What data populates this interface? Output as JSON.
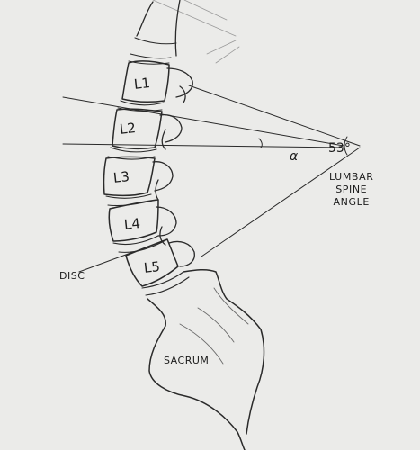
{
  "vertebrae": [
    {
      "id": "l1",
      "label": "L1"
    },
    {
      "id": "l2",
      "label": "L2"
    },
    {
      "id": "l3",
      "label": "L3"
    },
    {
      "id": "l4",
      "label": "L4"
    },
    {
      "id": "l5",
      "label": "L5"
    }
  ],
  "disc_label": "DISC",
  "sacrum_label": "SACRUM",
  "alpha_label": "α",
  "angle_value": "53°",
  "caption": {
    "line1": "LUMBAR",
    "line2": "SPINE",
    "line3": "ANGLE"
  }
}
